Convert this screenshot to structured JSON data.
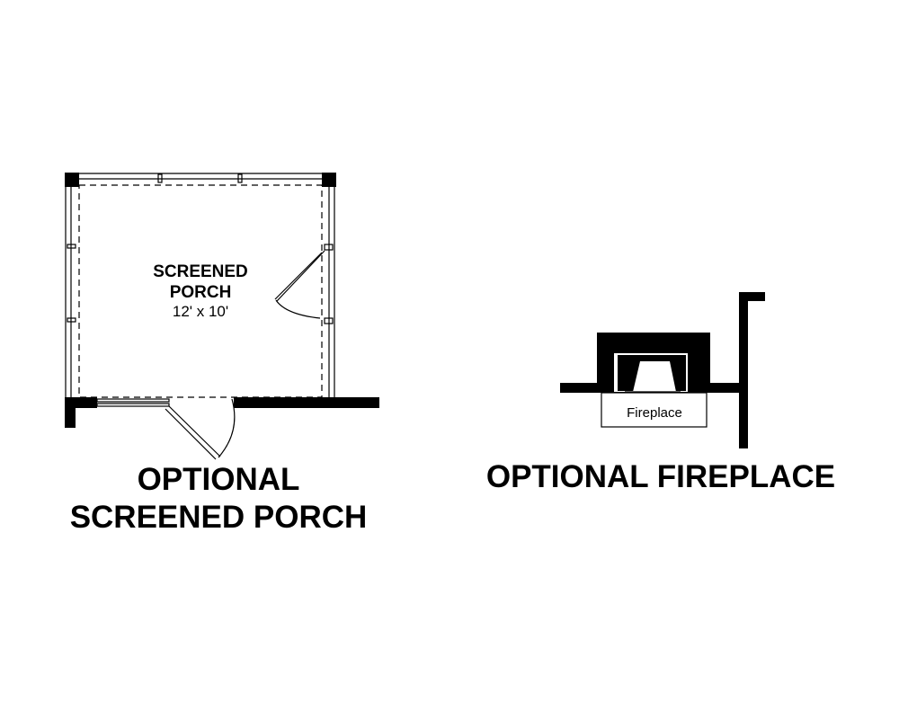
{
  "porch": {
    "room_name_line1": "SCREENED",
    "room_name_line2": "PORCH",
    "dimensions": "12' x 10'",
    "caption_line1": "OPTIONAL",
    "caption_line2": "SCREENED PORCH"
  },
  "fireplace": {
    "label": "Fireplace",
    "caption": "OPTIONAL FIREPLACE"
  },
  "colors": {
    "line": "#000000",
    "background": "#ffffff"
  }
}
